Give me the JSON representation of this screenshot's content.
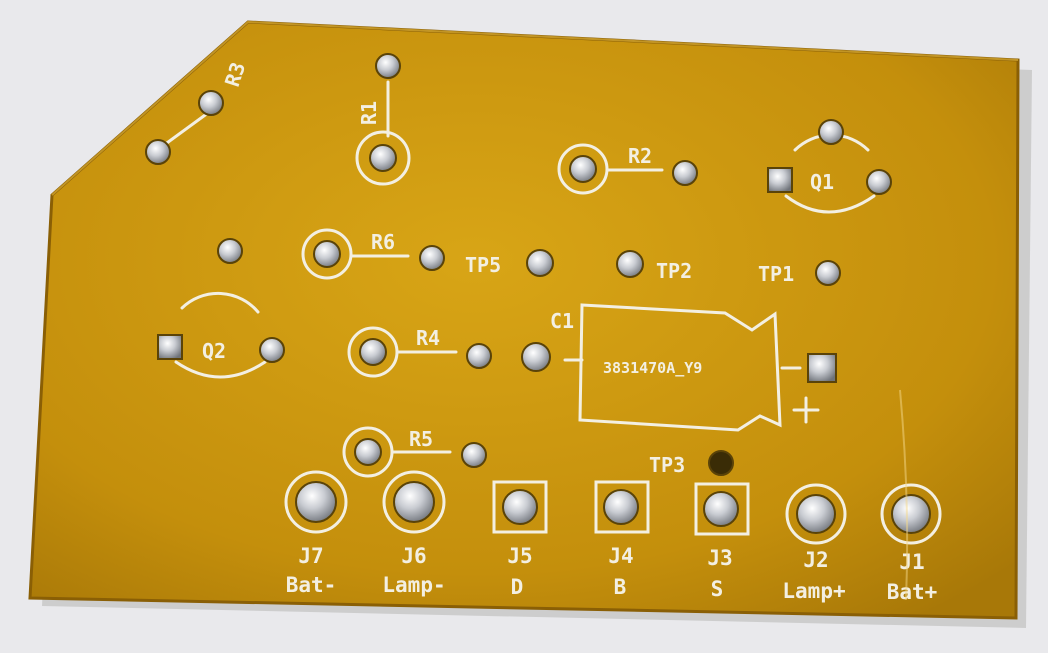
{
  "colors": {
    "background": "#e9e9ec",
    "board": "#c9960f",
    "board_edge": "#8a5f05",
    "silkscreen": "#f3efe2",
    "pad": "#b9bcc2"
  },
  "labels": {
    "r1": "R1",
    "r2": "R2",
    "r3": "R3",
    "r4": "R4",
    "r5": "R5",
    "r6": "R6",
    "q1": "Q1",
    "q2": "Q2",
    "c1": "C1",
    "c1_part": "3831470A_Y9",
    "c1_polarity": "+",
    "tp1": "TP1",
    "tp2": "TP2",
    "tp3": "TP3",
    "tp5": "TP5"
  },
  "connectors": [
    {
      "ref": "J7",
      "name": "Bat-"
    },
    {
      "ref": "J6",
      "name": "Lamp-"
    },
    {
      "ref": "J5",
      "name": "D"
    },
    {
      "ref": "J4",
      "name": "B"
    },
    {
      "ref": "J3",
      "name": "S"
    },
    {
      "ref": "J2",
      "name": "Lamp+"
    },
    {
      "ref": "J1",
      "name": "Bat+"
    }
  ]
}
